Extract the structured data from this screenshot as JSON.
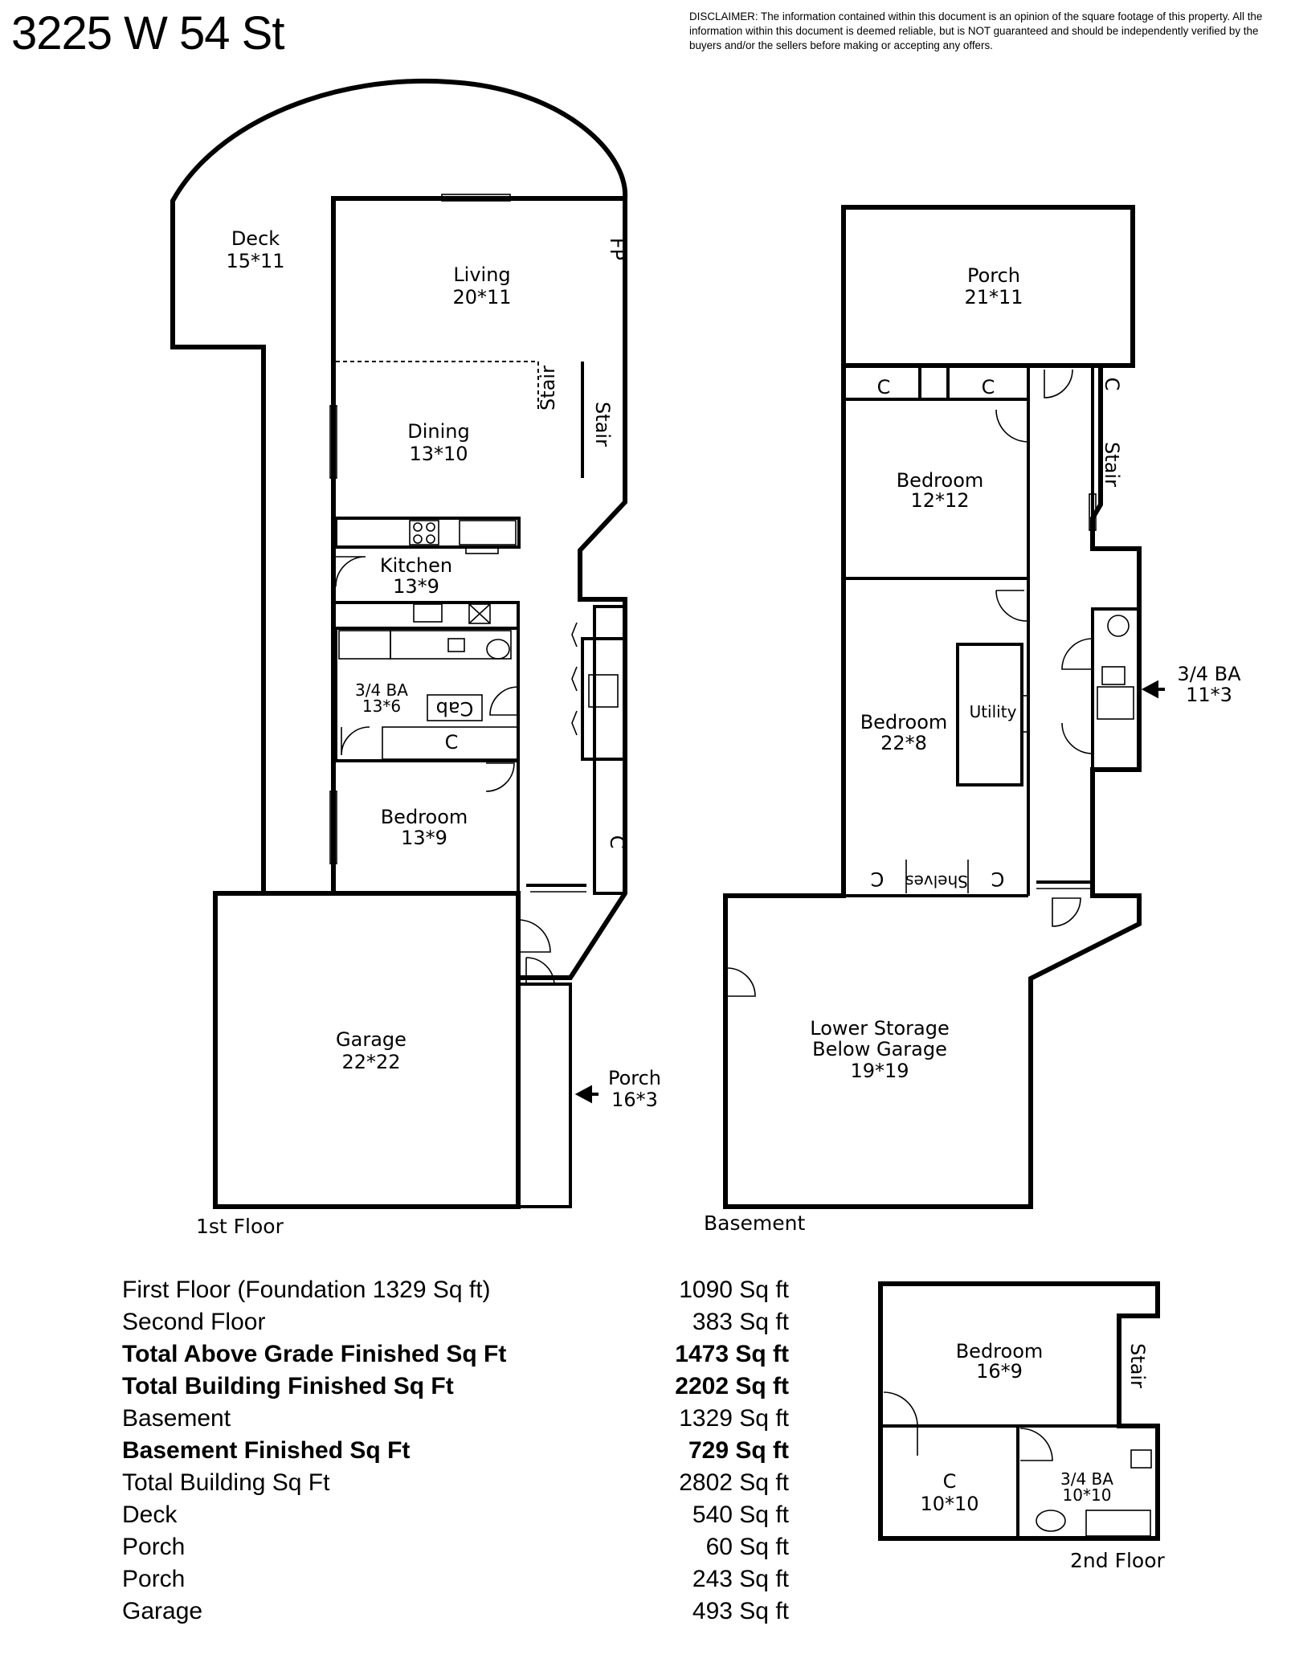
{
  "address": "3225 W 54 St",
  "disclaimer": "DISCLAIMER: The information contained within this document is an opinion of the square footage of this property. All the information within this document is deemed reliable, but is NOT guaranteed and should be independently verified by the buyers and/or the sellers before making or accepting any offers.",
  "floors": {
    "first": {
      "label": "1st Floor",
      "rooms": {
        "deck": {
          "name": "Deck",
          "size": "15*11"
        },
        "living": {
          "name": "Living",
          "size": "20*11"
        },
        "fireplace": "FP",
        "dining": {
          "name": "Dining",
          "size": "13*10"
        },
        "stair_a": "Stair",
        "stair_b": "Stair",
        "kitchen": {
          "name": "Kitchen",
          "size": "13*9"
        },
        "bath": {
          "name": "3/4 BA",
          "size": "13*6"
        },
        "cab": "Cab",
        "closet_a": "C",
        "closet_b": "C",
        "bedroom": {
          "name": "Bedroom",
          "size": "13*9"
        },
        "garage": {
          "name": "Garage",
          "size": "22*22"
        },
        "porch": {
          "name": "Porch",
          "size": "16*3"
        }
      }
    },
    "basement": {
      "label": "Basement",
      "rooms": {
        "porch": {
          "name": "Porch",
          "size": "21*11"
        },
        "closet_a": "C",
        "closet_b": "C",
        "closet_c": "C",
        "stair": "Stair",
        "bedroom_a": {
          "name": "Bedroom",
          "size": "12*12"
        },
        "bedroom_b": {
          "name": "Bedroom",
          "size": "22*8"
        },
        "utility": "Utility",
        "bath": {
          "name": "3/4 BA",
          "size": "11*3"
        },
        "closet_d": "C",
        "shelves": "Shelves",
        "closet_e": "C",
        "storage": {
          "line1": "Lower Storage",
          "line2": "Below Garage",
          "size": "19*19"
        }
      }
    },
    "second": {
      "label": "2nd Floor",
      "rooms": {
        "bedroom": {
          "name": "Bedroom",
          "size": "16*9"
        },
        "stair": "Stair",
        "closet": {
          "name": "C",
          "size": "10*10"
        },
        "bath": {
          "name": "3/4 BA",
          "size": "10*10"
        }
      }
    }
  },
  "areas": [
    {
      "label": "First Floor (Foundation 1329 Sq ft)",
      "value": "1090 Sq ft",
      "bold": false
    },
    {
      "label": "Second Floor",
      "value": "383 Sq ft",
      "bold": false
    },
    {
      "label": "Total Above Grade Finished Sq Ft",
      "value": "1473 Sq ft",
      "bold": true
    },
    {
      "label": "Total Building Finished Sq Ft",
      "value": "2202 Sq ft",
      "bold": true
    },
    {
      "label": "Basement",
      "value": "1329 Sq ft",
      "bold": false
    },
    {
      "label": "Basement Finished Sq Ft",
      "value": "729 Sq ft",
      "bold": true
    },
    {
      "label": "Total Building Sq Ft",
      "value": "2802 Sq ft",
      "bold": false
    },
    {
      "label": "Deck",
      "value": "540 Sq ft",
      "bold": false
    },
    {
      "label": "Porch",
      "value": "60 Sq ft",
      "bold": false
    },
    {
      "label": "Porch",
      "value": "243 Sq ft",
      "bold": false
    },
    {
      "label": "Garage",
      "value": "493 Sq ft",
      "bold": false
    }
  ]
}
